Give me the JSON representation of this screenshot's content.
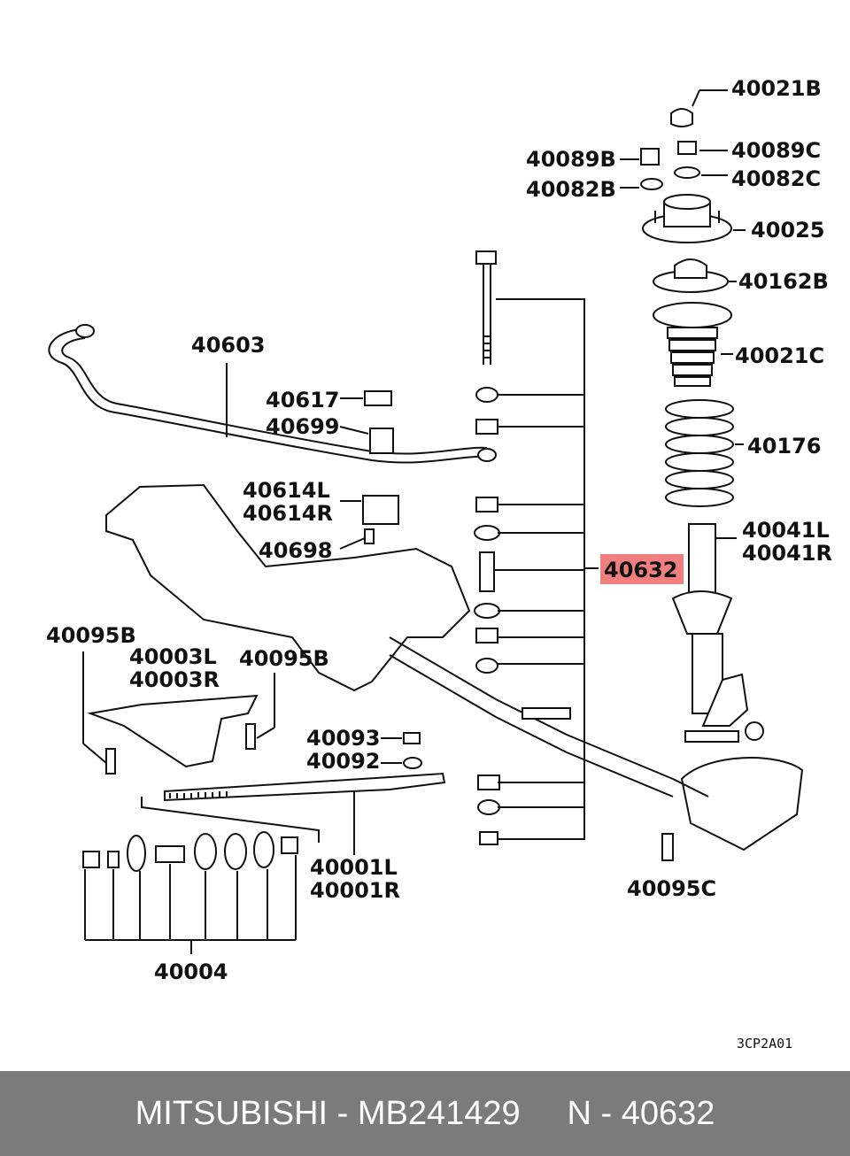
{
  "labels": {
    "l40021B": "40021B",
    "l40089C": "40089C",
    "l40089B": "40089B",
    "l40082C": "40082C",
    "l40082B": "40082B",
    "l40025": "40025",
    "l40162B": "40162B",
    "l40021C": "40021C",
    "l40176": "40176",
    "l40041L": "40041L",
    "l40041R": "40041R",
    "l40632": "40632",
    "l40603": "40603",
    "l40617": "40617",
    "l40699": "40699",
    "l40614L": "40614L",
    "l40614R": "40614R",
    "l40698": "40698",
    "l40095B_left": "40095B",
    "l40003L": "40003L",
    "l40003R": "40003R",
    "l40095B_right": "40095B",
    "l40093": "40093",
    "l40092": "40092",
    "l40001L": "40001L",
    "l40001R": "40001R",
    "l40004": "40004",
    "l40095C": "40095C"
  },
  "diagram_code": "3CP2A01",
  "highlight_color": "#f08080",
  "footer": {
    "brand": "MITSUBISHI",
    "sep1": " - ",
    "part_number": "MB241429",
    "gap": "     ",
    "ref_prefix": "N",
    "sep2": " - ",
    "ref_number": "40632"
  }
}
